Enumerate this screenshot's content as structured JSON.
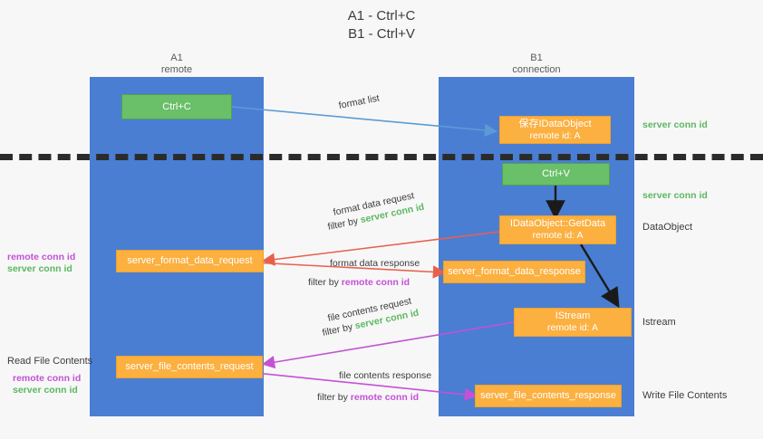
{
  "title": {
    "line1": "A1 - Ctrl+C",
    "line2": "B1 - Ctrl+V"
  },
  "lanes": [
    {
      "name": "A1",
      "role": "remote"
    },
    {
      "name": "B1",
      "role": "connection"
    }
  ],
  "nodes": {
    "ctrl_c": {
      "label": "Ctrl+C"
    },
    "ctrl_v": {
      "label": "Ctrl+V"
    },
    "idataobject": {
      "line1": "保存IDataObject",
      "line2": "remote id: A"
    },
    "getdata": {
      "line1": "IDataObject::GetData",
      "line2": "remote id: A"
    },
    "istream": {
      "line1": "IStream",
      "line2": "remote id: A"
    },
    "fmt_req": {
      "label": "server_format_data_request"
    },
    "fmt_res": {
      "label": "server_format_data_response"
    },
    "file_req": {
      "label": "server_file_contents_request"
    },
    "file_res": {
      "label": "server_file_contents_response"
    }
  },
  "edge_labels": {
    "format_list": "format list",
    "fmt_data_request": "format data request",
    "fmt_data_response": "format data response",
    "file_contents_request": "file contents request",
    "file_contents_response": "file contents response",
    "filter_by": "filter by",
    "server_conn_id": "server conn id",
    "remote_conn_id": "remote conn id"
  },
  "side_labels": {
    "right_server_1": "server conn id",
    "right_server_2": "server conn id",
    "right_dataobject": "DataObject",
    "right_istream": "Istream",
    "right_write_file": "Write File Contents",
    "left_read_file": "Read File Contents",
    "left_remote_1": "remote conn id",
    "left_server_1": "server conn id",
    "left_remote_2": "remote conn id",
    "left_server_2": "server conn id"
  },
  "colors": {
    "lane": "#4a7ed3",
    "green_node": "#6abf69",
    "orange_node": "#fbb040",
    "server_conn": "#5cb860",
    "remote_conn": "#c451d6",
    "arrow_blue": "#5b9bd5",
    "arrow_red": "#e8604c",
    "arrow_magenta": "#c451d6",
    "arrow_black": "#1a1a1a"
  }
}
